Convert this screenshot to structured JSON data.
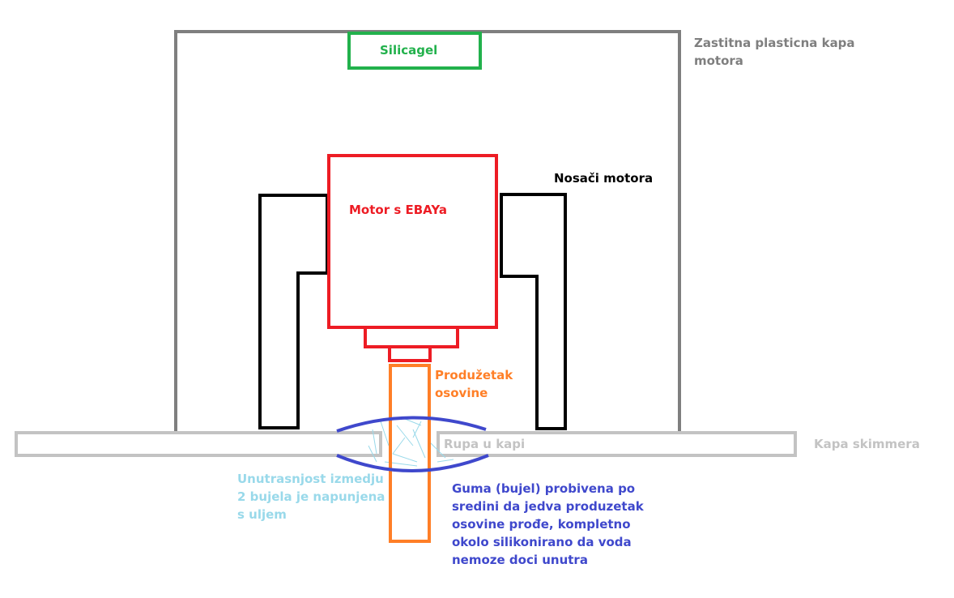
{
  "colors": {
    "cap": "#7f7f7f",
    "silicagel": "#22b14c",
    "motor": "#ed1c24",
    "mounts": "#000000",
    "shaft": "#ff7f27",
    "skimmer": "#c3c3c3",
    "rubber": "#3f48cc",
    "oil": "#99d9ea"
  },
  "labels": {
    "cap": "Zastitna plasticna kapa\nmotora",
    "silicagel": "Silicagel",
    "mounts": "Nosači motora",
    "motor": "Motor s EBAYa",
    "shaft": "Produžetak\nosovine",
    "hole": "Rupa u kapi",
    "skimmer": "Kapa skimmera",
    "oil": "Unutrasnjost izmedju\n2 bujela je napunjena\ns uljem",
    "rubber": "Guma (bujel) probivena po\nsredini da jedva produzetak\nosovine prođe, kompletno\nokolo silikonirano da voda\nnemoze doci unutra"
  }
}
